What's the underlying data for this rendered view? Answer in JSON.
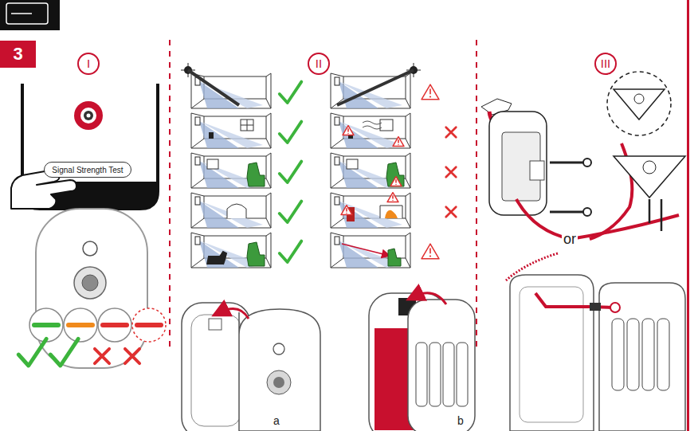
{
  "diagram": {
    "nodes": [
      {
        "text": [
          "3"
        ]
      },
      {
        "text": [
          "I"
        ]
      },
      {
        "text": [
          "II"
        ]
      },
      {
        "text": [
          "III"
        ]
      },
      {
        "text": [
          "Signal Strength Test"
        ]
      }
    ],
    "labels": [
      "or",
      "a",
      "b"
    ]
  }
}
